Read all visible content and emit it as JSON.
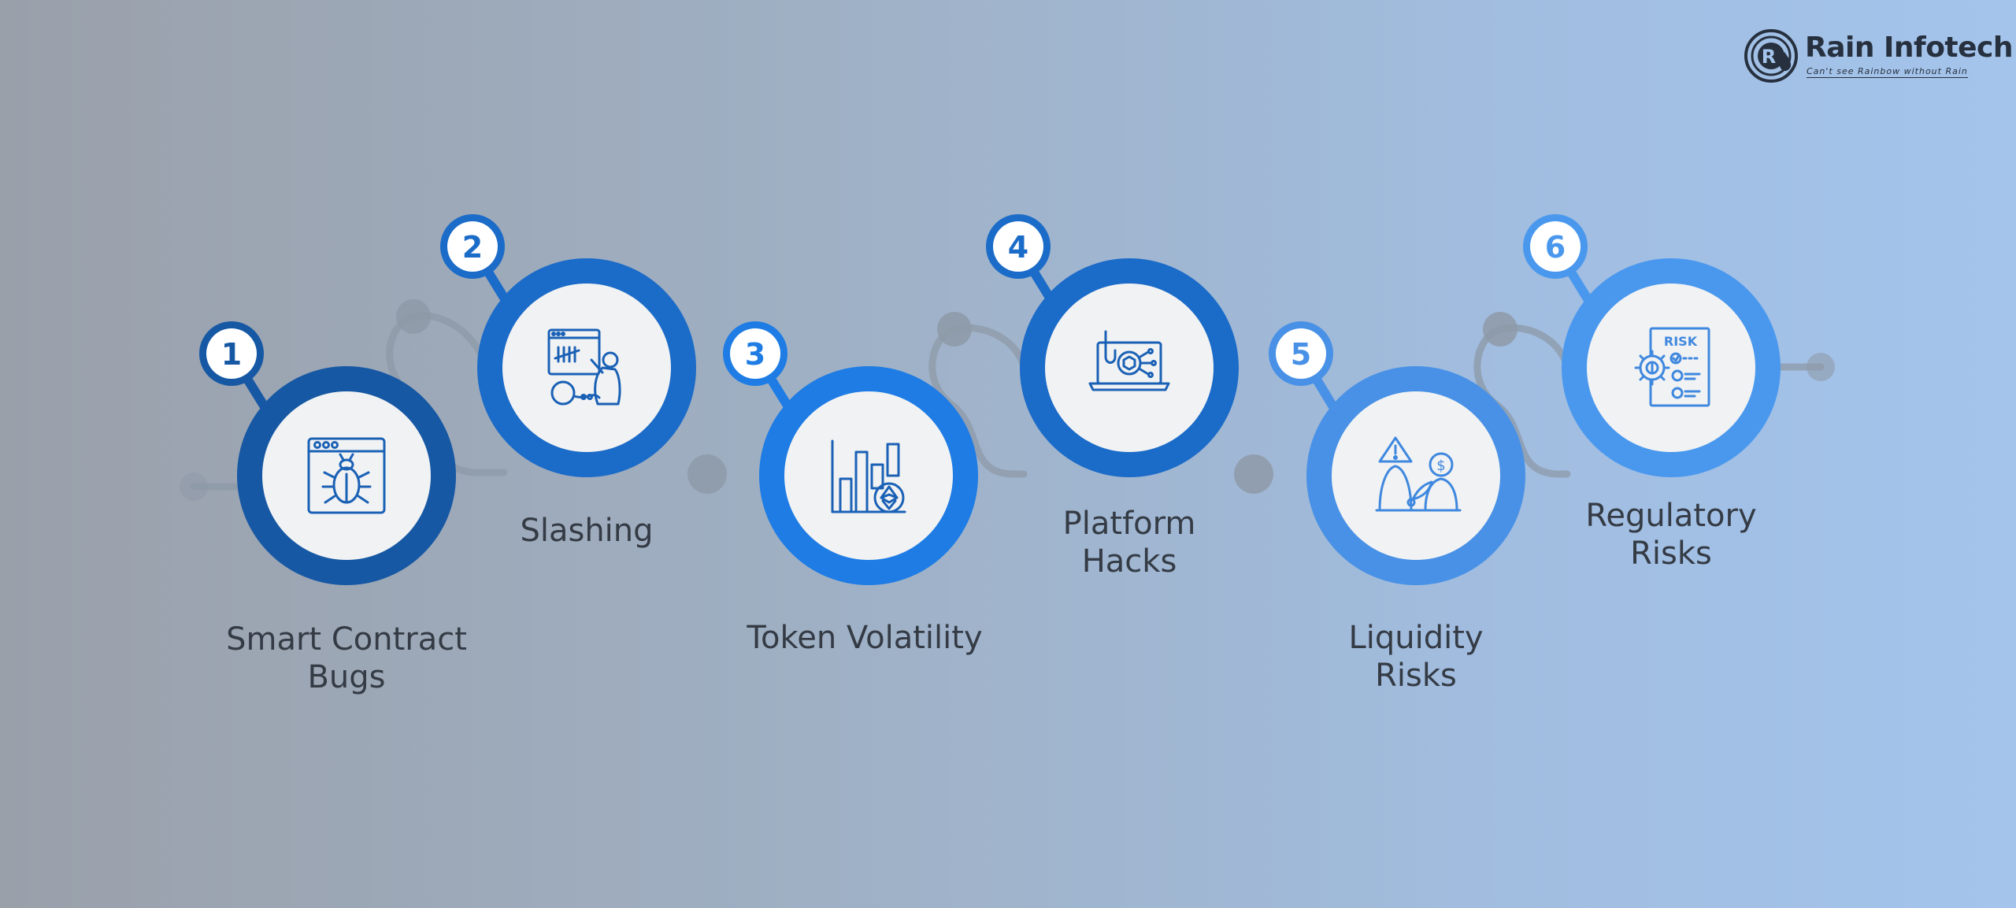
{
  "brand": {
    "name": "Rain Infotech",
    "tagline": "Can't see Rainbow without Rain"
  },
  "colors": {
    "step1": "#1658a4",
    "step2": "#1b6bc8",
    "step3": "#1e7ce4",
    "step4": "#1b6bc8",
    "step5": "#4891e6",
    "step6": "#4a98ee",
    "connector": "#8e9aa8",
    "inner": "#f1f2f3",
    "label_text": "#343b45"
  },
  "steps": [
    {
      "number": "1",
      "label_line1": "Smart Contract",
      "label_line2": "Bugs",
      "icon": "bug-browser-icon"
    },
    {
      "number": "2",
      "label_line1": "Slashing",
      "label_line2": "",
      "icon": "penalty-ball-chain-icon"
    },
    {
      "number": "3",
      "label_line1": "Token Volatility",
      "label_line2": "",
      "icon": "ethereum-bar-chart-icon"
    },
    {
      "number": "4",
      "label_line1": "Platform",
      "label_line2": "Hacks",
      "icon": "hacked-laptop-icon"
    },
    {
      "number": "5",
      "label_line1": "Liquidity",
      "label_line2": "Risks",
      "icon": "liquidity-warning-icon"
    },
    {
      "number": "6",
      "label_line1": "Regulatory",
      "label_line2": "Risks",
      "icon": "risk-report-icon"
    }
  ]
}
